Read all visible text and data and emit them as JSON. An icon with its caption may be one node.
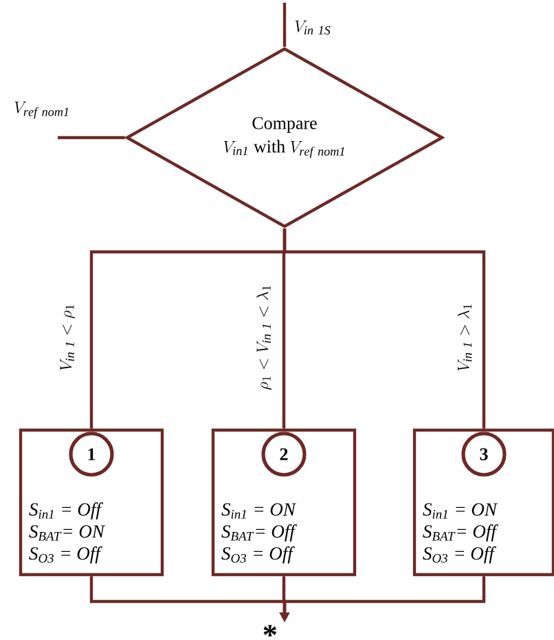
{
  "diagram": {
    "nodes": [
      {
        "text": [
          "Compare",
          "V_{\\mathit{in1}}\\ \\mathrm{with}\\ V_{\\mathit{ref\\ nom1}}"
        ]
      },
      {
        "text": [
          "S$_{in1}$ = Off",
          "S$_{BAT}$= ON",
          "S$_{O3}$ = Off"
        ]
      },
      {
        "text": [
          "1"
        ],
        "in": 1
      },
      {
        "text": [
          "S$_{in1}$ = ON",
          "S$_{BAT}$= Off",
          "S$_{O3}$ = Off"
        ]
      },
      {
        "text": [
          "2"
        ],
        "in": 3
      },
      {
        "text": [
          "S$_{in1}$ = ON",
          "S$_{BAT}$= Off",
          "S$_{O3}$ = Off"
        ]
      },
      {
        "text": [
          "3"
        ],
        "in": 5
      },
      {
        "text": [
          "*"
        ]
      }
    ],
    "edges": [
      {
        "from": null,
        "to": 0,
        "arrow": "none",
        "label": "V_{\\mathit{in\\ 1S}}"
      },
      {
        "from": null,
        "to": 0,
        "arrow": "none",
        "label": "V_{\\mathit{ref\\ nom1}}"
      },
      {
        "from": 0,
        "to": 1,
        "arrow": "none",
        "label": "V_{\\mathit{in\\ 1}} < \\rho_{1}"
      },
      {
        "from": 0,
        "to": 3,
        "arrow": "none",
        "label": "\\rho_{1} < V_{\\mathit{in\\ 1}} < \\lambda_{1}"
      },
      {
        "from": 0,
        "to": 5,
        "arrow": "none",
        "label": "V_{\\mathit{in\\ 1}} > \\lambda_{1}"
      },
      {
        "from": 1,
        "to": 7,
        "arrow": "to"
      },
      {
        "from": 3,
        "to": 7,
        "arrow": "to"
      },
      {
        "from": 5,
        "to": 7,
        "arrow": "to"
      }
    ]
  }
}
